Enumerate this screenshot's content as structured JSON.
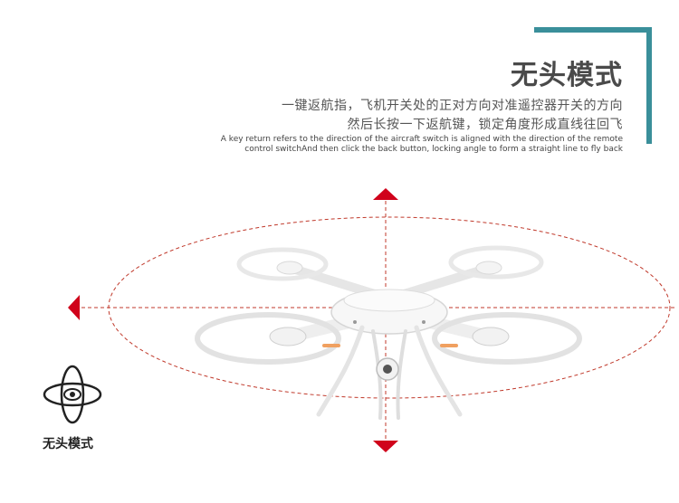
{
  "header": {
    "title": "无头模式",
    "description_cn": [
      "一键返航指，飞机开关处的正对方向对准遥控器开关的方向",
      "然后长按一下返航键，锁定角度形成直线往回飞"
    ],
    "description_en": [
      "A key return refers to the direction of the aircraft switch is aligned with the direction of the remote",
      "control switchAnd then click the back button, locking angle to form a straight line to fly back"
    ]
  },
  "badge": {
    "icon": "headless-mode-icon",
    "label": "无头模式"
  },
  "colors": {
    "accent_frame": "#3a8f9a",
    "arrow_red": "#d0021b",
    "dashed_red": "#c0392b",
    "title_text": "#4a4a4a"
  }
}
